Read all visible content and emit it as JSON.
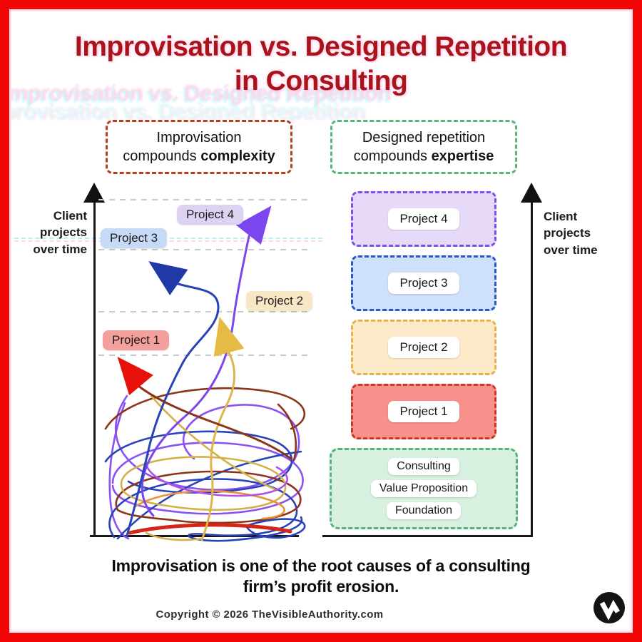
{
  "frame": {
    "border_color": "#f20505"
  },
  "title": {
    "line1": "Improvisation vs. Designed Repetition",
    "line2": "in Consulting",
    "color": "#a8141a"
  },
  "comparison": {
    "left": {
      "line1": "Improvisation",
      "line2_prefix": "compounds ",
      "line2_bold": "complexity",
      "border_color": "#b2401f"
    },
    "right": {
      "line1": "Designed repetition",
      "line2_prefix": "compounds ",
      "line2_bold": "expertise",
      "border_color": "#57b47c"
    }
  },
  "left_chart": {
    "axis_label": {
      "l1": "Client",
      "l2": "projects",
      "l3": "over time"
    },
    "labels": [
      {
        "text": "Project 4",
        "bg": "#ded2f3"
      },
      {
        "text": "Project 3",
        "bg": "#c6d9f6"
      },
      {
        "text": "Project 2",
        "bg": "#f8e7c4"
      },
      {
        "text": "Project 1",
        "bg": "#f4a09c"
      }
    ],
    "scribble_colors": [
      "#2843b8",
      "#8a52f2",
      "#8c3418",
      "#d4b04a",
      "#e8923a",
      "#d42516",
      "#b050e8"
    ],
    "arrow_colors": {
      "project1": "#e81109",
      "project2": "#e5ba45",
      "project3": "#1f3aa6",
      "project4": "#7b46ee"
    }
  },
  "right_chart": {
    "axis_label": {
      "l1": "Client",
      "l2": "projects",
      "l3": "over time"
    },
    "boxes": [
      {
        "text": "Project 4",
        "bg": "#e7daf8",
        "border": "#7d4ef2"
      },
      {
        "text": "Project 3",
        "bg": "#cfe0fa",
        "border": "#2b57c8"
      },
      {
        "text": "Project 2",
        "bg": "#fdeac9",
        "border": "#e4b44a"
      },
      {
        "text": "Project 1",
        "bg": "#f8918b",
        "border": "#c43a28"
      }
    ],
    "foundation": {
      "line1": "Consulting",
      "line2": "Value Proposition",
      "line3": "Foundation",
      "bg": "#d7f0e0",
      "border": "#55b27e"
    }
  },
  "footer": {
    "statement_line1": "Improvisation is one of the root causes of a consulting",
    "statement_line2": "firm’s profit erosion.",
    "copyright": "Copyright © 2026 TheVisibleAuthority.com"
  }
}
